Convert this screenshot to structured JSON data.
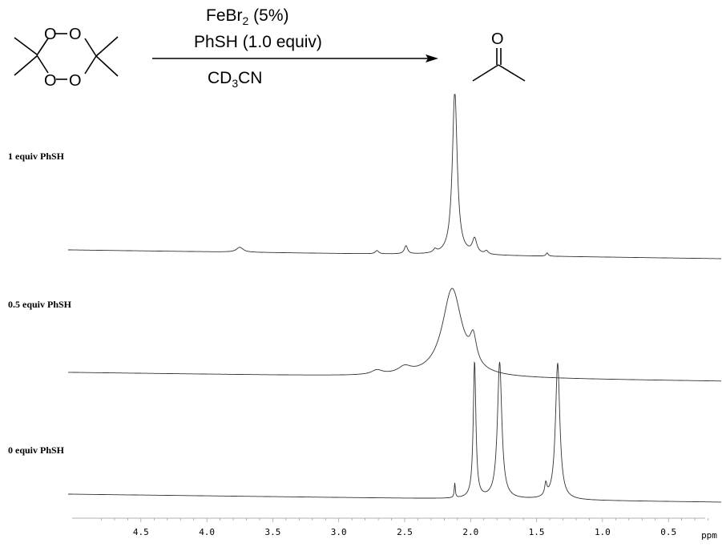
{
  "scheme": {
    "reagent_line1": {
      "main": "FeBr",
      "sub": "2",
      "tail": " (5%)"
    },
    "reagent_line2": "PhSH (1.0 equiv)",
    "solvent": {
      "main": "CD",
      "sub": "3",
      "tail": "CN"
    },
    "reactant_atoms": [
      "O",
      "O",
      "O",
      "O"
    ],
    "product_atom": "O"
  },
  "chart_data": {
    "type": "line",
    "xlabel": "ppm",
    "xlim": [
      4.9,
      0.1
    ],
    "x_reversed": true,
    "tick_labels": [
      "4.5",
      "4.0",
      "3.5",
      "3.0",
      "2.5",
      "2.0",
      "1.5",
      "1.0",
      "0.5"
    ],
    "tick_values": [
      4.5,
      4.0,
      3.5,
      3.0,
      2.5,
      2.0,
      1.5,
      1.0,
      0.5
    ],
    "series": [
      {
        "name": "1 equiv PhSH",
        "peaks": [
          {
            "ppm": 3.75,
            "height": 0.03,
            "width": 0.03
          },
          {
            "ppm": 2.71,
            "height": 0.02,
            "width": 0.015
          },
          {
            "ppm": 2.49,
            "height": 0.05,
            "width": 0.015
          },
          {
            "ppm": 2.27,
            "height": 0.02,
            "width": 0.015
          },
          {
            "ppm": 2.12,
            "height": 1.0,
            "width": 0.022
          },
          {
            "ppm": 1.97,
            "height": 0.09,
            "width": 0.02
          },
          {
            "ppm": 1.88,
            "height": 0.02,
            "width": 0.015
          },
          {
            "ppm": 1.42,
            "height": 0.02,
            "width": 0.01
          }
        ]
      },
      {
        "name": "0.5 equiv PhSH",
        "peaks": [
          {
            "ppm": 2.71,
            "height": 0.02,
            "width": 0.05
          },
          {
            "ppm": 2.5,
            "height": 0.03,
            "width": 0.06
          },
          {
            "ppm": 2.14,
            "height": 0.4,
            "width": 0.09
          },
          {
            "ppm": 1.98,
            "height": 0.12,
            "width": 0.03
          }
        ]
      },
      {
        "name": "0 equiv PhSH",
        "peaks": [
          {
            "ppm": 2.12,
            "height": 0.06,
            "width": 0.005
          },
          {
            "ppm": 1.97,
            "height": 0.56,
            "width": 0.012
          },
          {
            "ppm": 1.78,
            "height": 0.56,
            "width": 0.02
          },
          {
            "ppm": 1.43,
            "height": 0.05,
            "width": 0.01
          },
          {
            "ppm": 1.34,
            "height": 0.56,
            "width": 0.02
          }
        ]
      }
    ]
  }
}
